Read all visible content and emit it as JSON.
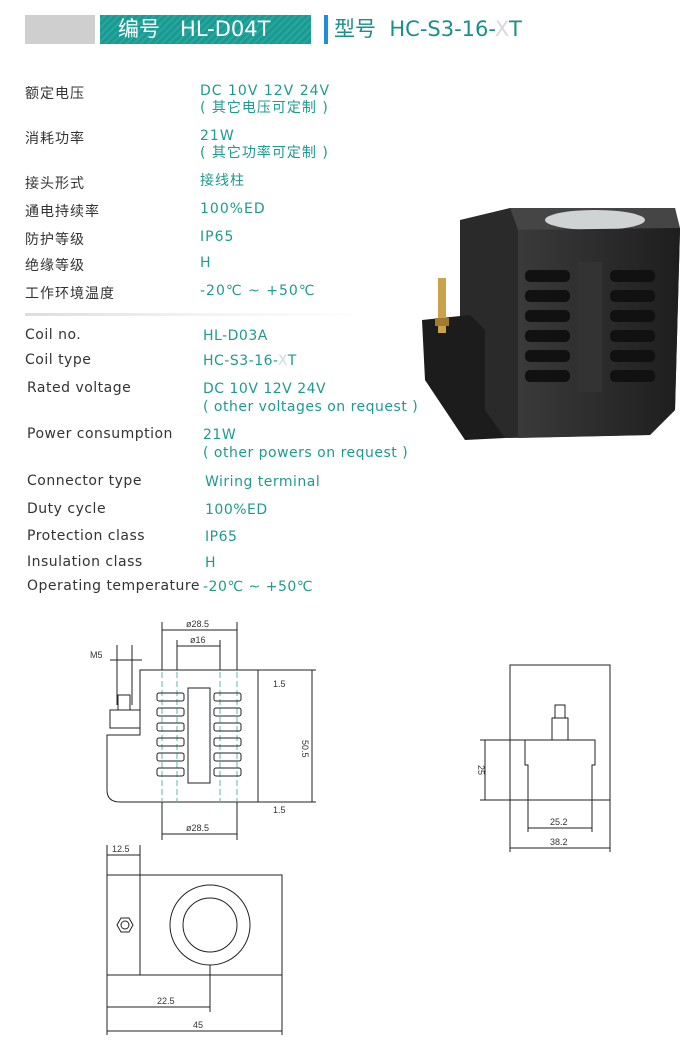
{
  "header": {
    "code_label": "编号",
    "code": "HL-D04T",
    "model_label": "型号",
    "model_prefix": "HC-S3-16-",
    "model_x": "X",
    "model_suffix": "T"
  },
  "specs_cn": [
    {
      "label": "额定电压",
      "value": "DC 10V 12V 24V",
      "note": "( 其它电压可定制 )"
    },
    {
      "label": "消耗功率",
      "value": "21W",
      "note": "( 其它功率可定制 )"
    },
    {
      "label": "接头形式",
      "value": "接线柱"
    },
    {
      "label": "通电持续率",
      "value": "100%ED"
    },
    {
      "label": "防护等级",
      "value": "IP65"
    },
    {
      "label": "绝缘等级",
      "value": "H"
    },
    {
      "label": "工作环境温度",
      "value": "-20℃ ~ +50℃"
    }
  ],
  "specs_en": [
    {
      "label": "Coil no.",
      "value": "HL-D03A"
    },
    {
      "label": "Coil type",
      "value_prefix": "HC-S3-16-",
      "value_x": "X",
      "value_suffix": "T"
    },
    {
      "label": "Rated voltage",
      "value": "DC 10V 12V 24V",
      "note": "( other voltages on request )"
    },
    {
      "label": "Power consumption",
      "value": "21W",
      "note": "( other powers on request )"
    },
    {
      "label": "Connector type",
      "value": "Wiring terminal"
    },
    {
      "label": "Duty cycle",
      "value": "100%ED"
    },
    {
      "label": "Protection class",
      "value": "IP65"
    },
    {
      "label": "Insulation class",
      "value": "H"
    },
    {
      "label": "Operating temperature",
      "value": "-20℃ ~ +50℃"
    }
  ],
  "drawing": {
    "front": {
      "d_outer_top": "ø28.5",
      "d_inner": "ø16",
      "thread": "M5",
      "gap_top": "1.5",
      "height": "50.5",
      "gap_bottom": "1.5",
      "d_outer_bottom": "ø28.5"
    },
    "side": {
      "height": "25",
      "inner_width": "25.2",
      "width": "38.2"
    },
    "top": {
      "terminal_width": "12.5",
      "center": "22.5",
      "length": "45"
    }
  }
}
